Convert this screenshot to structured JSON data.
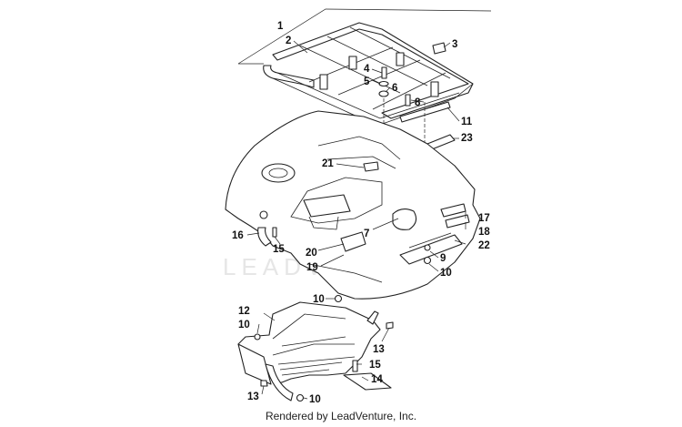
{
  "watermark": "LEADVENTURE",
  "credit": "Rendered by LeadVenture, Inc.",
  "callouts": {
    "c1": "1",
    "c2": "2",
    "c3": "3",
    "c4": "4",
    "c5": "5",
    "c6": "6",
    "c7": "7",
    "c8": "8",
    "c9": "9",
    "c10a": "10",
    "c10b": "10",
    "c10c": "10",
    "c10d": "10",
    "c11": "11",
    "c12": "12",
    "c13a": "13",
    "c13b": "13",
    "c14": "14",
    "c15a": "15",
    "c15b": "15",
    "c16": "16",
    "c17": "17",
    "c18": "18",
    "c19": "19",
    "c20": "20",
    "c21": "21",
    "c22": "22",
    "c23": "23"
  }
}
